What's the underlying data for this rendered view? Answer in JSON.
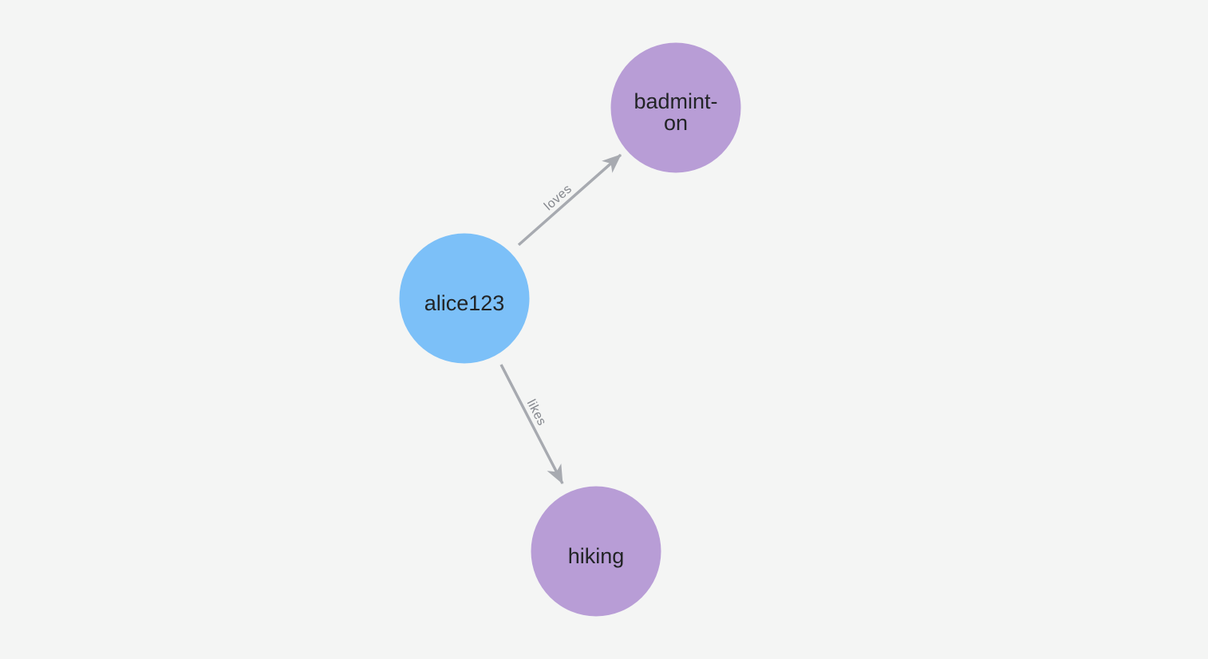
{
  "canvas": {
    "background": "#f4f5f4"
  },
  "colors": {
    "person_node": "#7cc0f8",
    "hobby_node": "#b89dd6",
    "edge": "#a7aab0",
    "edge_label": "#84878d",
    "node_label": "#222426"
  },
  "graph": {
    "nodes": [
      {
        "id": "alice123",
        "label": "alice123",
        "lines": [
          "alice123"
        ],
        "color": "#7cc0f8"
      },
      {
        "id": "badminton",
        "label": "badminton",
        "lines": [
          "badmint-",
          "on"
        ],
        "color": "#b89dd6"
      },
      {
        "id": "hiking",
        "label": "hiking",
        "lines": [
          "hiking"
        ],
        "color": "#b89dd6"
      }
    ],
    "edges": [
      {
        "from": "alice123",
        "to": "badminton",
        "label": "loves"
      },
      {
        "from": "alice123",
        "to": "hiking",
        "label": "likes"
      }
    ]
  }
}
